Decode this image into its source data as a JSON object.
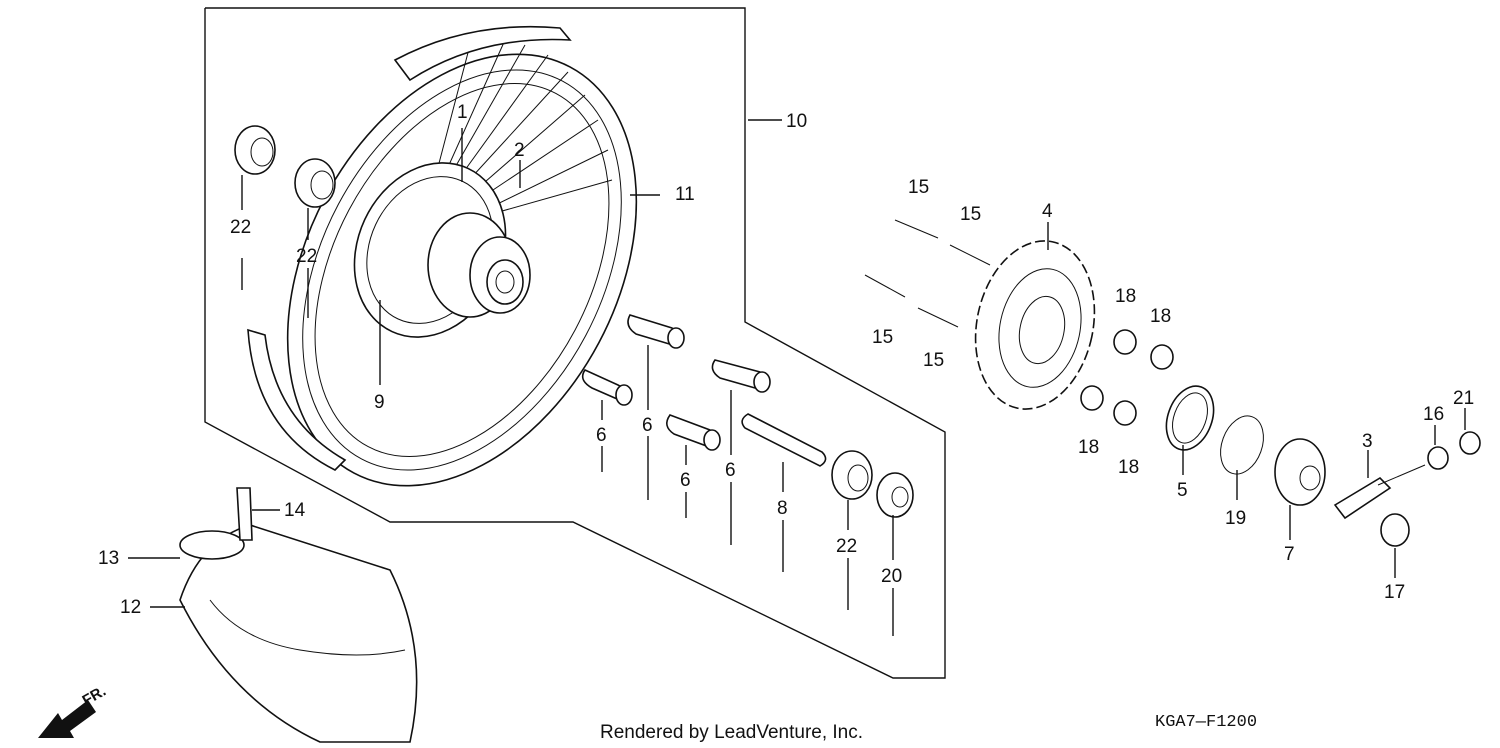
{
  "part_labels": {
    "p1": "1",
    "p2": "2",
    "p3": "3",
    "p4": "4",
    "p5": "5",
    "p6a": "6",
    "p6b": "6",
    "p6c": "6",
    "p6d": "6",
    "p7": "7",
    "p8": "8",
    "p9": "9",
    "p10": "10",
    "p11": "11",
    "p12": "12",
    "p13": "13",
    "p14": "14",
    "p15a": "15",
    "p15b": "15",
    "p15c": "15",
    "p15d": "15",
    "p16": "16",
    "p17": "17",
    "p18a": "18",
    "p18b": "18",
    "p18c": "18",
    "p18d": "18",
    "p19": "19",
    "p20": "20",
    "p21": "21",
    "p22a": "22",
    "p22b": "22",
    "p22c": "22"
  },
  "direction_marker": "FR.",
  "credit": "Rendered by LeadVenture, Inc.",
  "diagram_code": "KGA7—F1200"
}
